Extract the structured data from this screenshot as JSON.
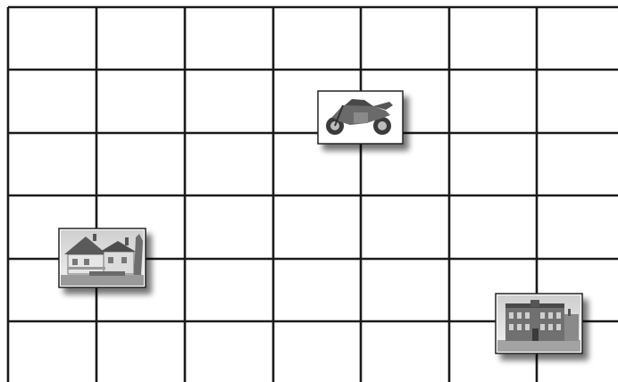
{
  "grid": {
    "columns": 7,
    "rows": 6,
    "line_color": "#1a1a1a",
    "background": "#ffffff"
  },
  "pictures": [
    {
      "subject": "motorcycle",
      "grid_col": 4,
      "grid_row": 2
    },
    {
      "subject": "house",
      "grid_col": 1,
      "grid_row": 5
    },
    {
      "subject": "school-building",
      "grid_col": 6,
      "grid_row": 6
    }
  ]
}
